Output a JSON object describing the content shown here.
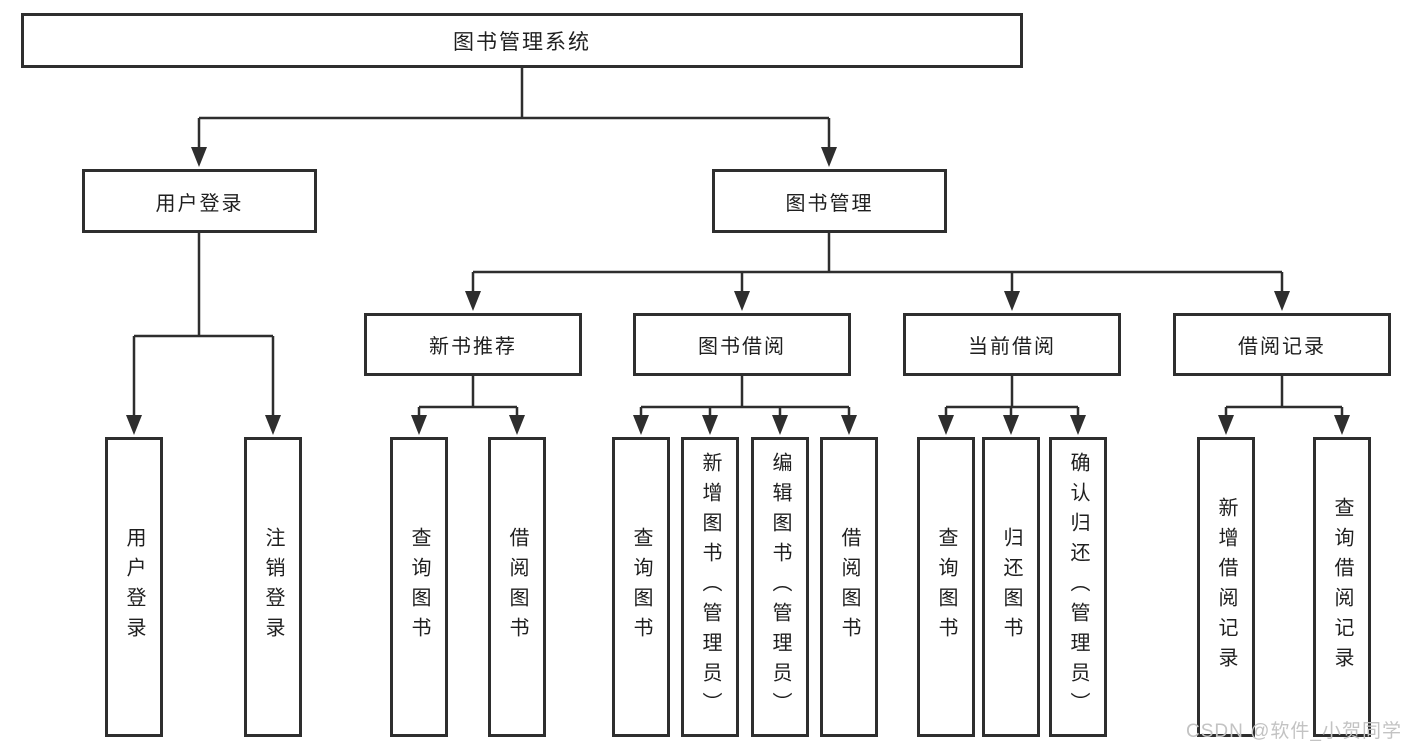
{
  "colors": {
    "line": "#2e2e2e",
    "text": "#1f1f1f",
    "box_fill": "#ffffff",
    "watermark": "#c3c3c3"
  },
  "watermark": {
    "text": "CSDN @软件_小贺同学"
  },
  "diagram": {
    "root": {
      "label": "图书管理系统"
    },
    "level2": [
      {
        "label": "用户登录",
        "children": [
          {
            "label": "用户登录"
          },
          {
            "label": "注销登录"
          }
        ]
      },
      {
        "label": "图书管理",
        "children": [
          {
            "label": "新书推荐",
            "children": [
              {
                "label": "查询图书"
              },
              {
                "label": "借阅图书"
              }
            ]
          },
          {
            "label": "图书借阅",
            "children": [
              {
                "label": "查询图书"
              },
              {
                "label": "新增图书（管理员）"
              },
              {
                "label": "编辑图书（管理员）"
              },
              {
                "label": "借阅图书"
              }
            ]
          },
          {
            "label": "当前借阅",
            "children": [
              {
                "label": "查询图书"
              },
              {
                "label": "归还图书"
              },
              {
                "label": "确认归还（管理员）"
              }
            ]
          },
          {
            "label": "借阅记录",
            "children": [
              {
                "label": "新增借阅记录"
              },
              {
                "label": "查询借阅记录"
              }
            ]
          }
        ]
      }
    ]
  }
}
